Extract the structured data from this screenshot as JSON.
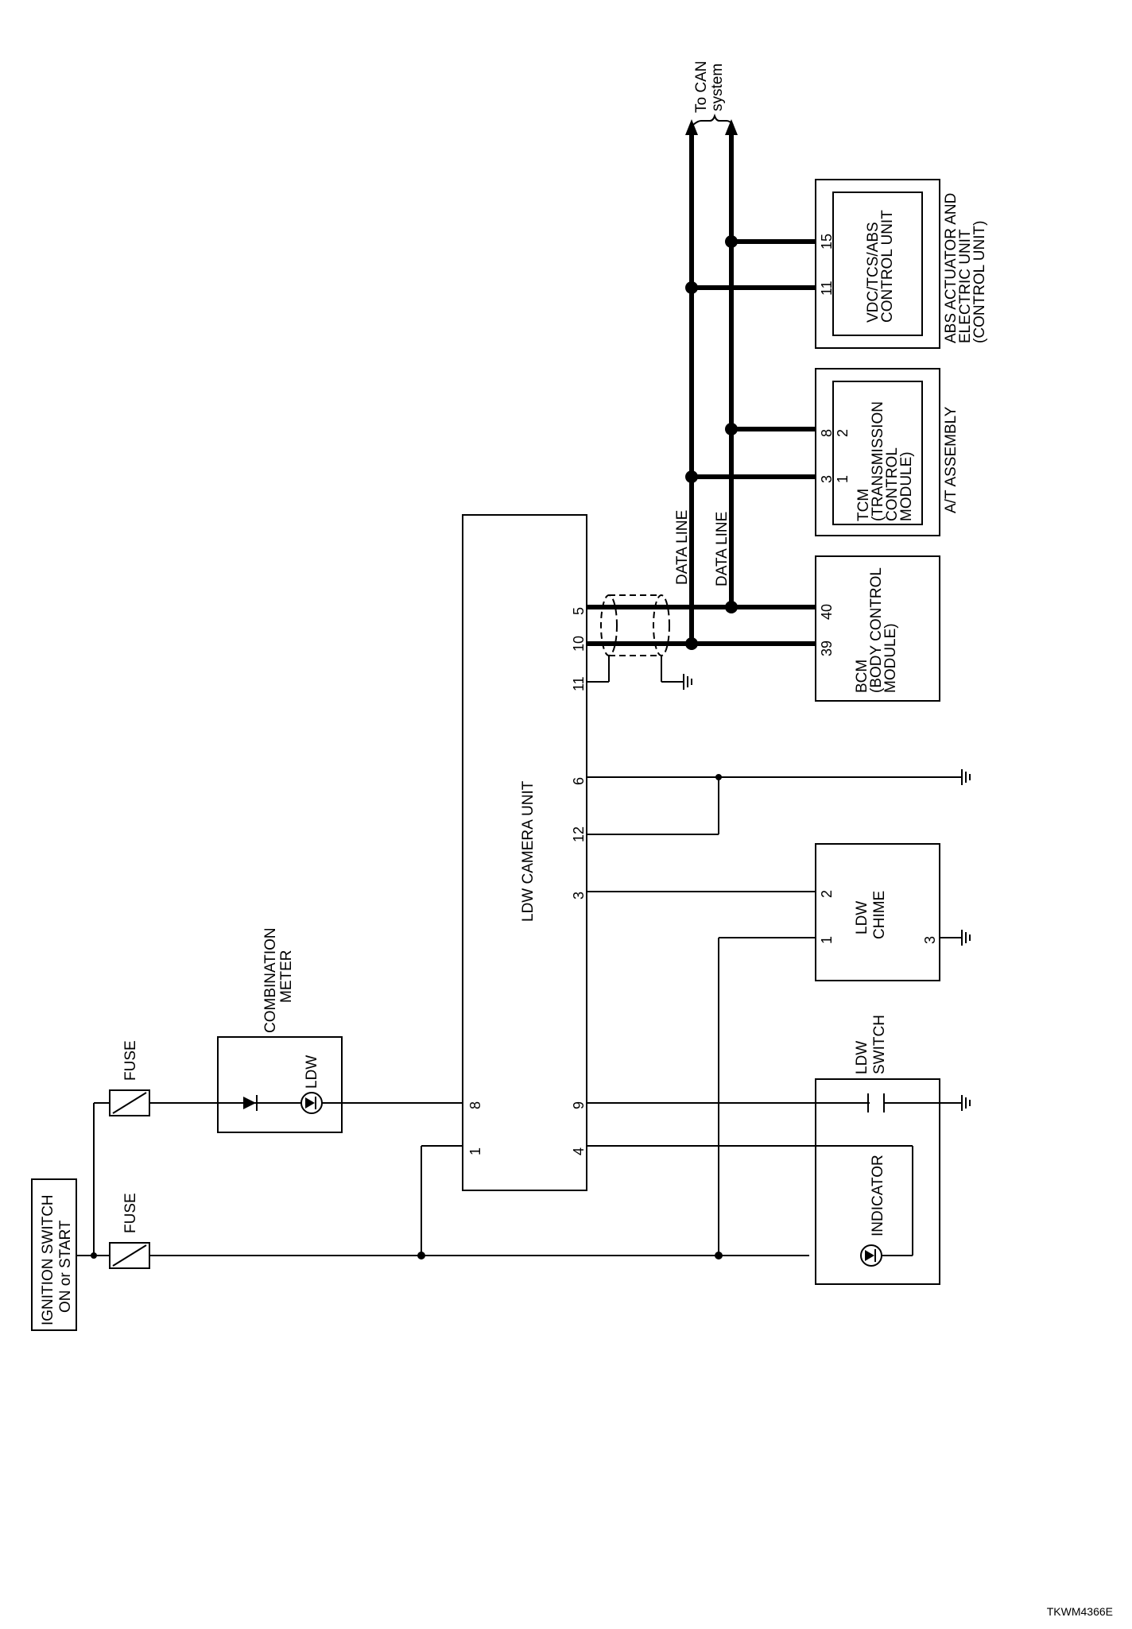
{
  "ignition_switch": {
    "line1": "IGNITION SWITCH",
    "line2": "ON or START"
  },
  "fuse_label": "FUSE",
  "combination_meter": {
    "line1": "COMBINATION",
    "line2": "METER",
    "indicator": "LDW"
  },
  "camera_unit": {
    "title": "LDW CAMERA UNIT",
    "pins": {
      "p1": "1",
      "p8": "8",
      "p4": "4",
      "p9": "9",
      "p3": "3",
      "p12": "12",
      "p6": "6",
      "p11": "11",
      "p10": "10",
      "p5": "5"
    }
  },
  "ldw_switch": {
    "line1": "LDW",
    "line2": "SWITCH",
    "indicator": "INDICATOR"
  },
  "ldw_chime": {
    "line1": "LDW",
    "line2": "CHIME",
    "pin1": "1",
    "pin2": "2",
    "pin3": "3"
  },
  "bcm": {
    "line1": "BCM",
    "line2": "(BODY CONTROL",
    "line3": "MODULE)",
    "pin39": "39",
    "pin40": "40"
  },
  "data_line": "DATA LINE",
  "tcm": {
    "line1": "TCM",
    "line2": "(TRANSMISSION",
    "line3": "CONTROL",
    "line4": "MODULE)",
    "pin3": "3",
    "pin8": "8",
    "inner1": "1",
    "inner2": "2",
    "assembly": "A/T ASSEMBLY"
  },
  "abs": {
    "inner1": "VDC/TCS/ABS",
    "inner2": "CONTROL UNIT",
    "outer1": "ABS ACTUATOR AND",
    "outer2": "ELECTRIC UNIT",
    "outer3": "(CONTROL UNIT)",
    "pin11": "11",
    "pin15": "15"
  },
  "can": {
    "line1": "To CAN",
    "line2": "system"
  },
  "figure_code": "TKWM4366E"
}
